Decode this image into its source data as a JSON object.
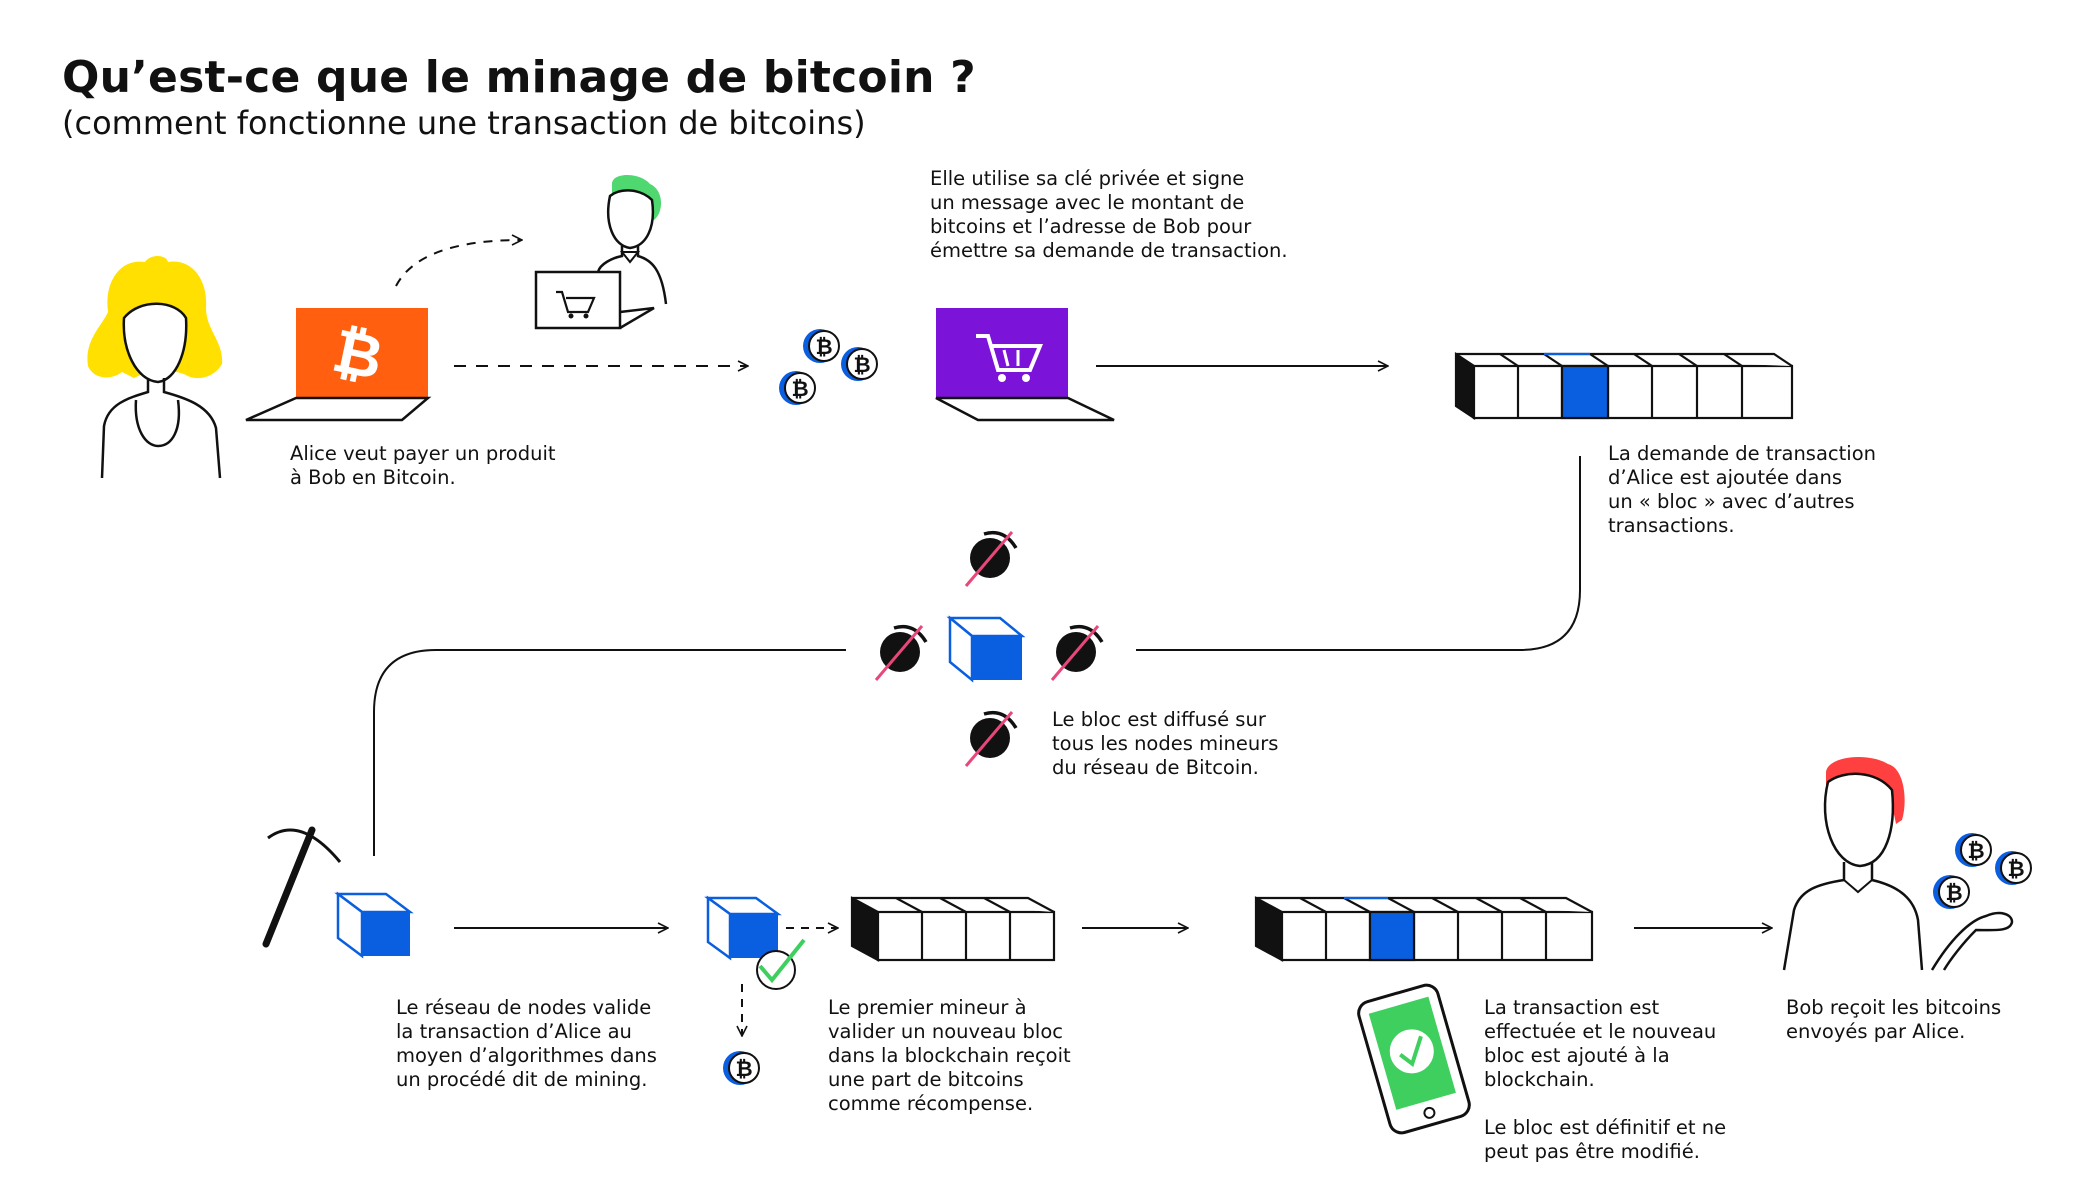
{
  "title": "Qu’est-ce que le minage de bitcoin ?",
  "subtitle": "(comment fonctionne une transaction de bitcoins)",
  "captions": {
    "step1": [
      "Alice veut payer un produit",
      "à Bob en Bitcoin."
    ],
    "step2": [
      "Elle utilise sa clé privée et signe",
      "un message avec le montant de",
      "bitcoins et l’adresse de Bob pour",
      "émettre sa demande de transaction."
    ],
    "step3": [
      "La demande de transaction",
      "d’Alice est ajoutée dans",
      "un « bloc » avec d’autres",
      "transactions."
    ],
    "step4": [
      "Le bloc est diffusé sur",
      "tous les nodes mineurs",
      "du réseau de Bitcoin."
    ],
    "step5": [
      "Le réseau de nodes valide",
      "la transaction d’Alice au",
      "moyen d’algorithmes dans",
      "un procédé dit de mining."
    ],
    "step6": [
      "Le premier mineur à",
      "valider un nouveau bloc",
      "dans la blockchain reçoit",
      "une part de bitcoins",
      "comme récompense."
    ],
    "step7": [
      "La transaction est",
      "effectuée et le nouveau",
      "bloc est ajouté à la",
      "blockchain."
    ],
    "step7b": [
      "Le bloc est définitif et ne",
      "peut pas être modifié."
    ],
    "step8": [
      "Bob reçoit les bitcoins",
      "envoyés par Alice."
    ]
  },
  "colors": {
    "bitcoin_orange": "#ff5f0f",
    "shop_purple": "#7b14d8",
    "block_blue": "#0a5ee0",
    "alice_yellow": "#ffe000",
    "bob_red": "#ff4040",
    "vendor_green": "#4fd870",
    "check_green": "#3fcf5f",
    "pick_pink": "#e8477a"
  },
  "icons": [
    "alice-figure-icon",
    "bitcoin-laptop-icon",
    "vendor-figure-icon",
    "cart-laptop-icon",
    "bitcoin-coin-icon",
    "blockchain-icon",
    "miner-icon",
    "pickaxe-icon",
    "block-cube-icon",
    "checkmark-icon",
    "phone-check-icon",
    "bob-figure-icon"
  ]
}
